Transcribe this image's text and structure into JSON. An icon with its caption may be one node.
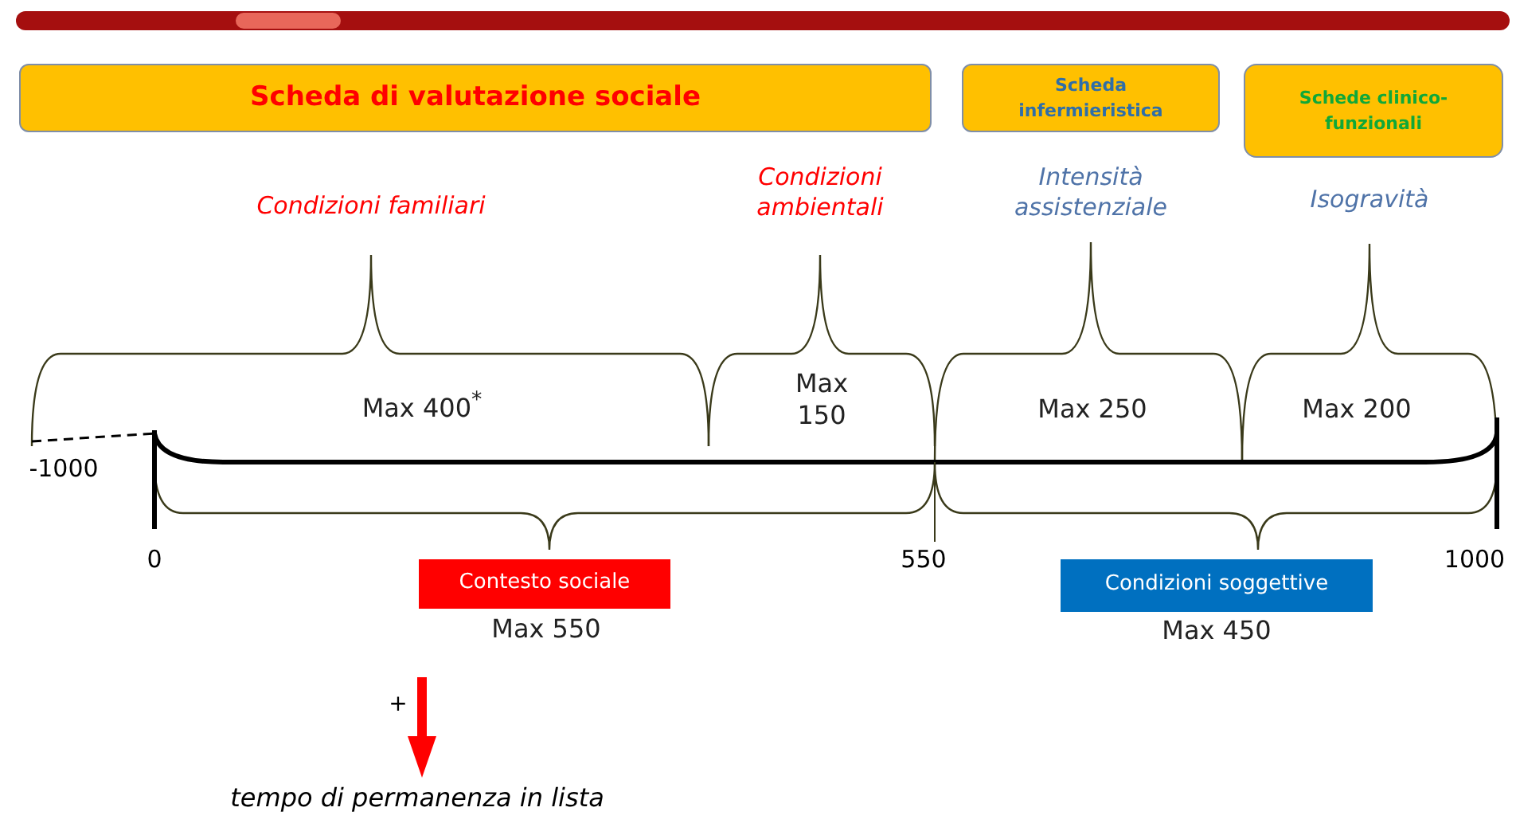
{
  "diagram": {
    "nodes": [
      {
        "text": [
          "Scheda di valutazione sociale"
        ]
      },
      {
        "text": [
          "Scheda infermieristica"
        ]
      },
      {
        "text": [
          "Schede clinico-funzionali"
        ]
      },
      {
        "text": [
          "Contesto sociale"
        ],
        "beside": [
          "Max 550"
        ]
      },
      {
        "text": [
          "Condizioni soggettive"
        ],
        "beside": [
          "Max 450"
        ]
      }
    ],
    "labels": [
      "Condizioni familiari",
      "Condizioni ambientali",
      "Intensità assistenziale",
      "Isogravità",
      "Max 400$^{*}$",
      "Max 150",
      "Max 250",
      "Max 200",
      "-1000",
      "0",
      "550",
      "1000",
      "+",
      "tempo di permanenza in lista"
    ]
  }
}
